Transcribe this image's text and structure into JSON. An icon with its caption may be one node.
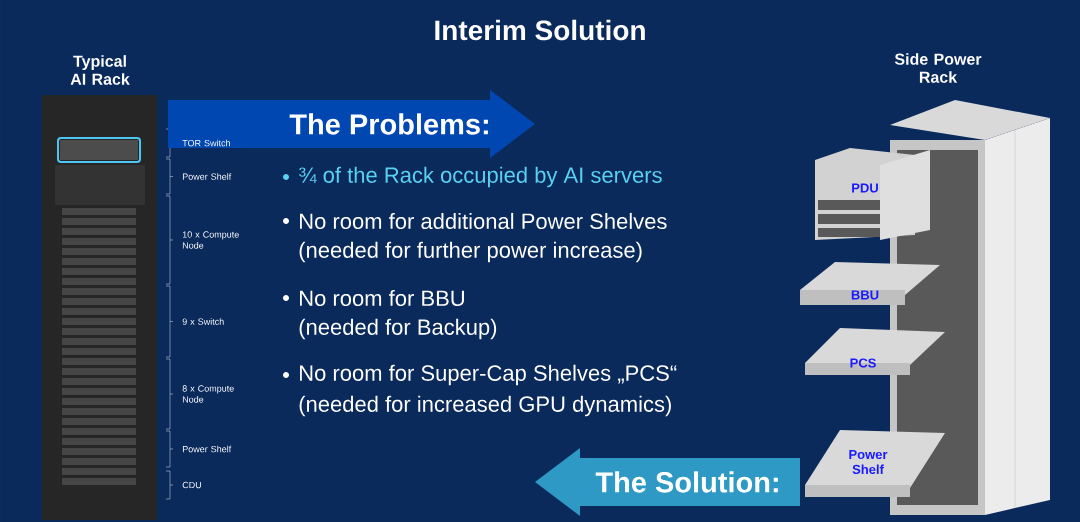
{
  "diagram": {
    "title": "Interim Solution",
    "nodes": [
      {
        "text": [
          "The Problems:"
        ]
      },
      {
        "text": [
          "The Solution:"
        ]
      }
    ],
    "labels": [
      "Typical AI Rack",
      "TOR Switch",
      "Power Shelf",
      "10 x Compute Node",
      "9 x Switch",
      "8 x Compute Node",
      "Power Shelf",
      "CDU",
      "¾ of the Rack occupied by AI servers",
      "No room for additional Power Shelves",
      "(needed for further power increase)",
      "No room for BBU",
      "(needed for Backup)",
      "No room for Super-Cap Shelves „PCS“",
      "(needed for increased GPU dynamics)",
      "Side Power Rack",
      "PDU",
      "BBU",
      "PCS",
      "Power Shelf"
    ]
  }
}
